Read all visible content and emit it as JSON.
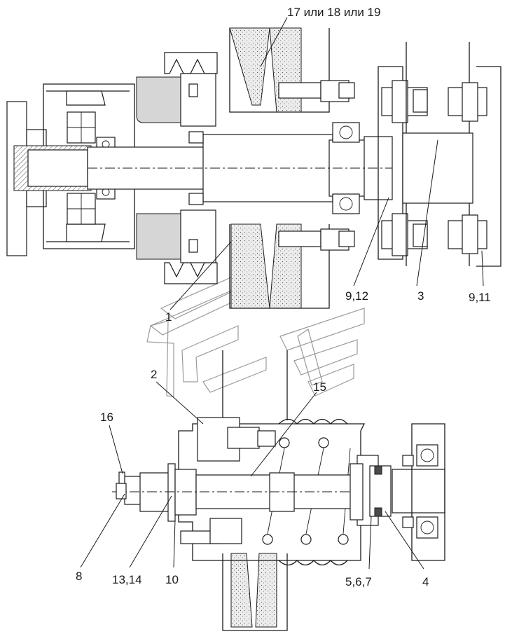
{
  "callouts": {
    "top_variant": "17 или 18 или 19",
    "c1": "1",
    "c2": "2",
    "c3": "3",
    "c4": "4",
    "c8": "8",
    "c9_11": "9,11",
    "c9_12": "9,12",
    "c10": "10",
    "c13_14": "13,14",
    "c15": "15",
    "c16": "16",
    "c5_6_7": "5,6,7"
  }
}
